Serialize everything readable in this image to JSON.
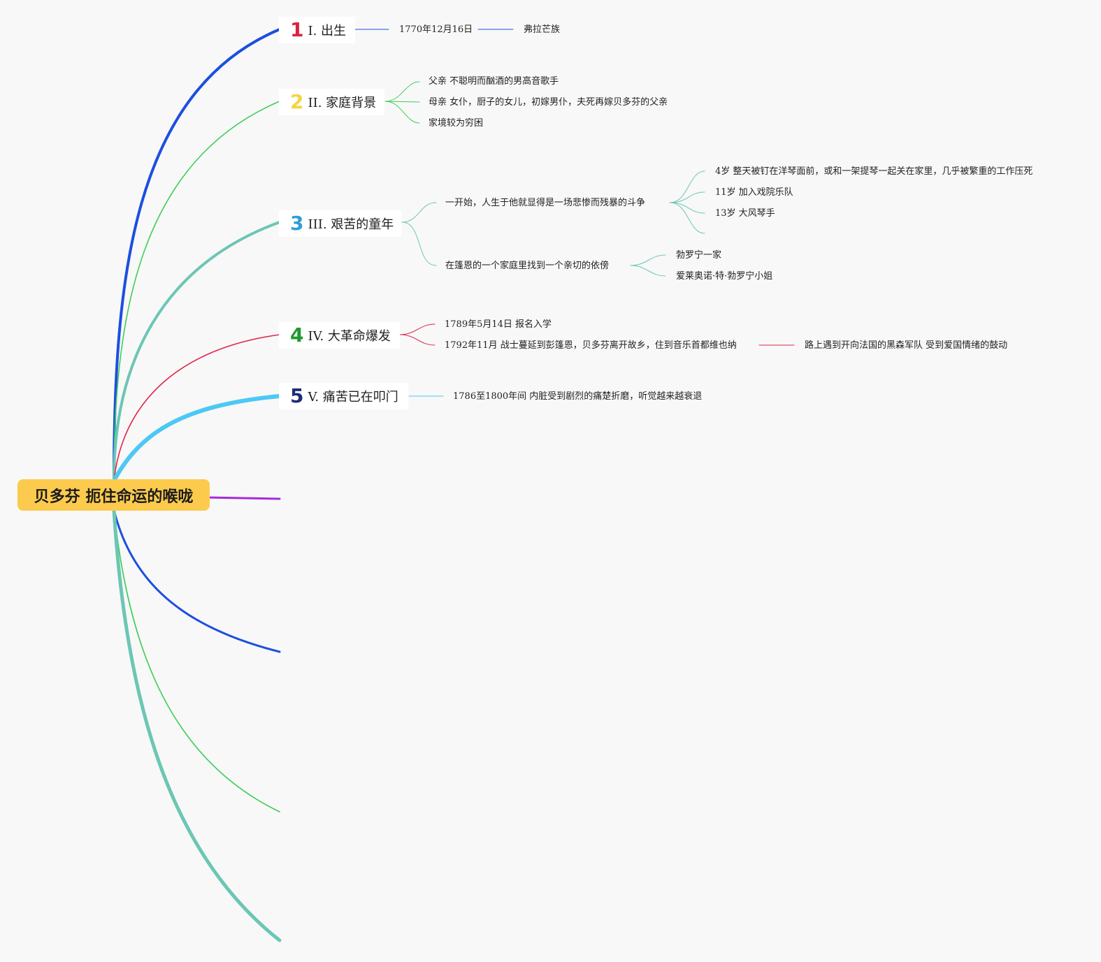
{
  "root": {
    "title": "贝多芬 扼住命运的喉咙"
  },
  "topics": [
    {
      "num": "1",
      "num_color": "#d9243f",
      "title": "I. 出生"
    },
    {
      "num": "2",
      "num_color": "#f5d442",
      "title": "II. 家庭背景"
    },
    {
      "num": "3",
      "num_color": "#2f9ed8",
      "title": "III. 艰苦的童年"
    },
    {
      "num": "4",
      "num_color": "#1f9a2e",
      "title": "IV. 大革命爆发"
    },
    {
      "num": "5",
      "num_color": "#1e2c78",
      "title": "V. 痛苦已在叩门"
    }
  ],
  "details": {
    "birth_date": "1770年12月16日",
    "birth_origin": "弗拉芒族",
    "family_father": "父亲 不聪明而酗酒的男高音歌手",
    "family_mother": "母亲 女仆，厨子的女儿，初嫁男仆，夫死再嫁贝多芬的父亲",
    "family_poor": "家境较为穷困",
    "childhood_struggle": "一开始，人生于他就显得是一场悲惨而残暴的斗争",
    "age4": "4岁 整天被钉在洋琴面前，或和一架提琴一起关在家里，几乎被繁重的工作压死",
    "age11": "11岁 加入戏院乐队",
    "age13": "13岁 大风琴手",
    "bonn_refuge": "在篷恩的一个家庭里找到一个亲切的依傍",
    "breuning_family": "勃罗宁一家",
    "eleonore": "爱莱奥诺·特·勃罗宁小姐",
    "rev_1789": "1789年5月14日 报名入学",
    "rev_1792": "1792年11月 战士蔓延到彭篷恩，贝多芬离开故乡，住到音乐首都维也纳",
    "rev_road": "路上遇到开向法国的黑森军队 受到爱国情绪的鼓动",
    "pain_1786": "1786至1800年间 内脏受到剧烈的痛楚折磨，听觉越来越衰退"
  },
  "colors": {
    "root_fill": "#fccb4e",
    "branch_birth": "#1c4fe0",
    "branch_family": "#3fce57",
    "branch_childhood": "#6cc6b4",
    "branch_revolution": "#e0284a",
    "branch_pain": "#4dc8f5",
    "branch_purple": "#a62bd9",
    "background": "#f8f8f8"
  }
}
